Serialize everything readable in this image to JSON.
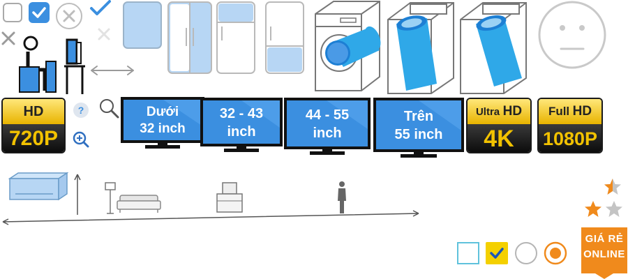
{
  "tv_sizes": [
    {
      "line1": "Dưới",
      "line2": "32 inch"
    },
    {
      "line1": "32 - 43",
      "line2": "inch"
    },
    {
      "line1": "44 - 55",
      "line2": "inch"
    },
    {
      "line1": "Trên",
      "line2": "55 inch"
    }
  ],
  "resolutions": [
    {
      "top": "HD",
      "bottom": "720P"
    },
    {
      "top_small": "Ultra",
      "top": "HD",
      "bottom": "4K"
    },
    {
      "top_small": "Full",
      "top": "HD",
      "bottom": "1080P"
    }
  ],
  "help_icon_text": "?",
  "promo": {
    "line1": "GIÁ RẺ",
    "line2": "ONLINE"
  },
  "ratings": {
    "partial_star_fill": 0.5,
    "filled_stars": 1,
    "total_stars": 2
  },
  "colors": {
    "accent_blue": "#3b8fe0",
    "orange": "#f08a1c",
    "yellow": "#f4d000",
    "icon_gray": "#bcbcbc"
  }
}
